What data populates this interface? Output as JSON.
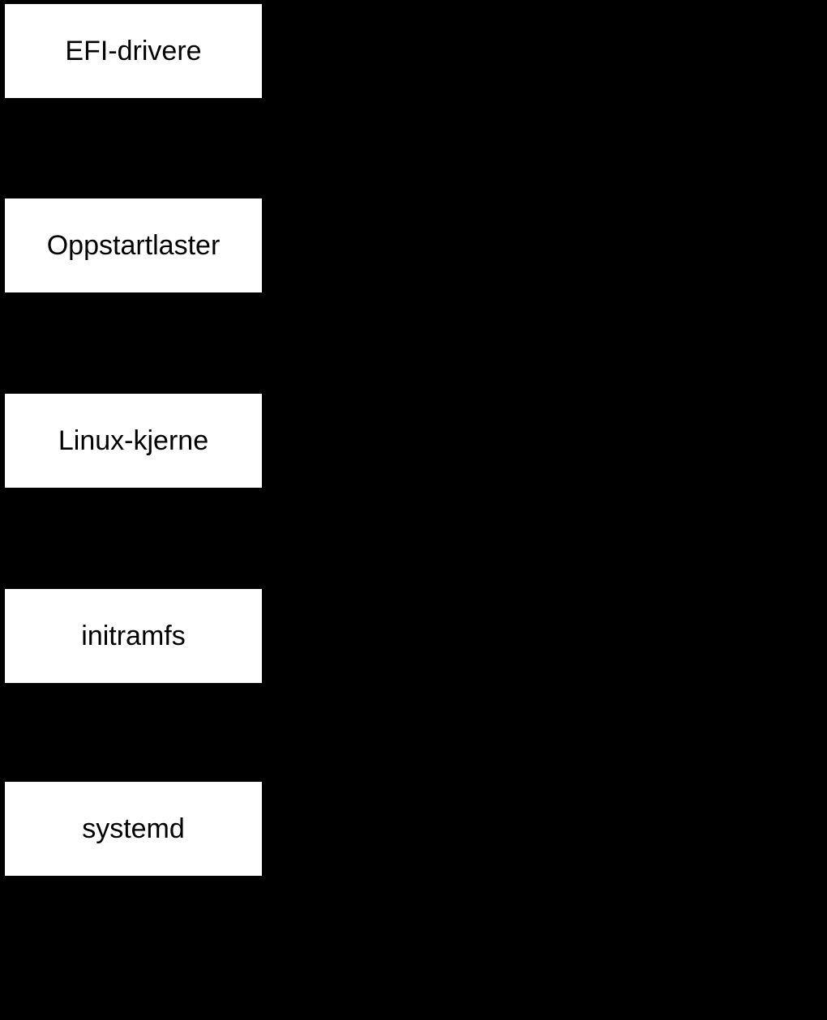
{
  "page": {
    "background_color": "#000000"
  },
  "diagram": {
    "type": "flowchart-vertical-sequence",
    "node_fill_color": "#ffffff",
    "node_text_color": "#000000",
    "nodes": [
      {
        "label": "EFI-drivere"
      },
      {
        "label": "Oppstartlaster"
      },
      {
        "label": "Linux-kjerne"
      },
      {
        "label": "initramfs"
      },
      {
        "label": "systemd"
      }
    ]
  }
}
